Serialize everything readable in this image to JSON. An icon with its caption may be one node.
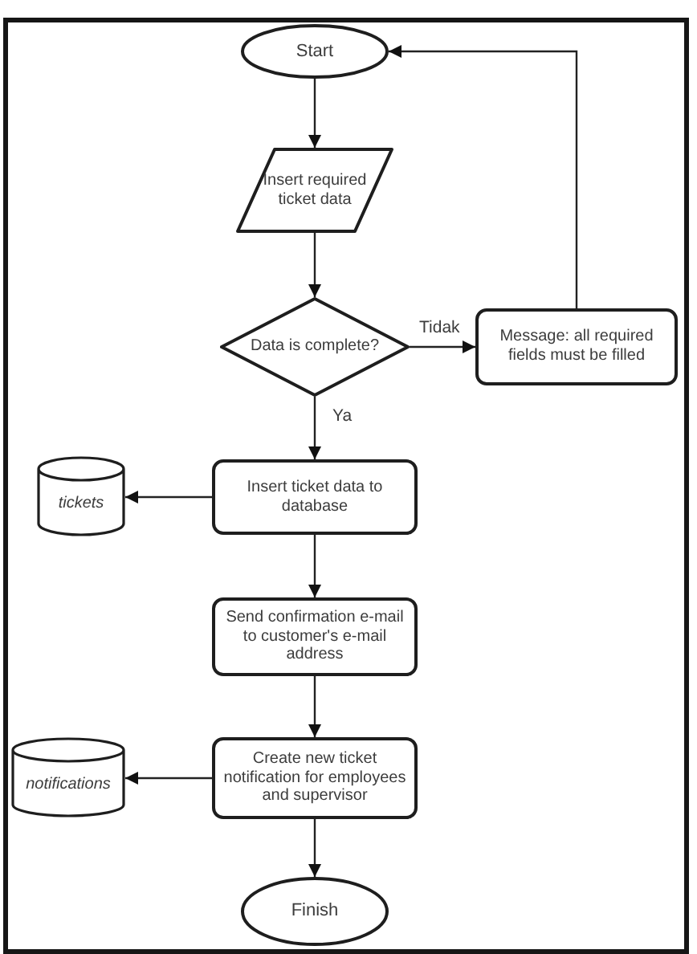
{
  "diagram": {
    "nodes": [
      {
        "text": [
          "Start"
        ]
      },
      {
        "text": [
          "Insert required ticket data"
        ]
      },
      {
        "text": [
          "Data is complete?"
        ]
      },
      {
        "text": [
          "Message: all required fields must be filled"
        ]
      },
      {
        "text": [
          "Insert ticket data to database"
        ]
      },
      {
        "text": [
          "tickets"
        ]
      },
      {
        "text": [
          "Send confirmation e-mail to customer's e-mail address"
        ]
      },
      {
        "text": [
          "Create new ticket notification for employees and supervisor"
        ]
      },
      {
        "text": [
          "notifications"
        ]
      },
      {
        "text": [
          "Finish"
        ]
      }
    ],
    "edges": [
      {
        "from": 0,
        "to": 1,
        "arrow": "to"
      },
      {
        "from": 1,
        "to": 2,
        "arrow": "to"
      },
      {
        "from": 2,
        "to": 3,
        "arrow": "to",
        "label": "Tidak"
      },
      {
        "from": 3,
        "to": 0,
        "arrow": "to"
      },
      {
        "from": 2,
        "to": 4,
        "arrow": "to",
        "label": "Ya"
      },
      {
        "from": 4,
        "to": 5,
        "arrow": "to"
      },
      {
        "from": 4,
        "to": 6,
        "arrow": "to"
      },
      {
        "from": 6,
        "to": 7,
        "arrow": "to"
      },
      {
        "from": 7,
        "to": 8,
        "arrow": "to"
      },
      {
        "from": 7,
        "to": 9,
        "arrow": "to"
      }
    ]
  }
}
